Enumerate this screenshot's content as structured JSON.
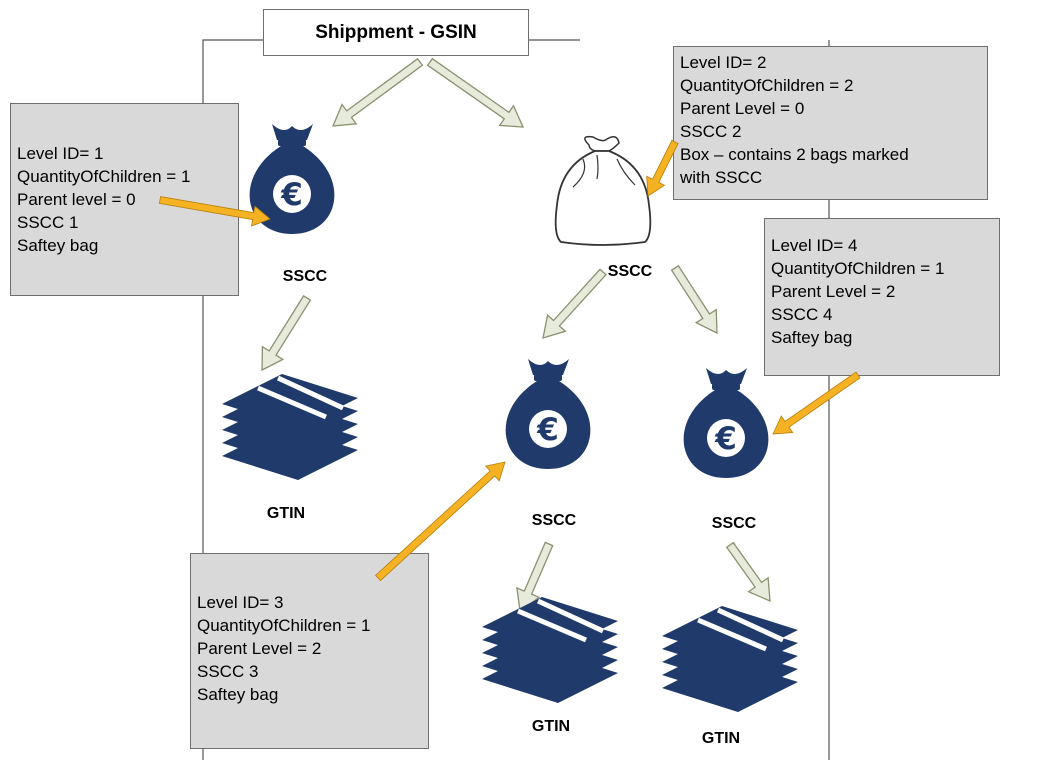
{
  "title": "Shippment - GSIN",
  "colors": {
    "bag_fill": "#1f3a6b",
    "stack_fill": "#1f3a6b",
    "box_fill": "#d9d9d9",
    "grey_arrow_fill": "#e6ebdc",
    "grey_arrow_stroke": "#8b9070",
    "yellow_arrow": "#f5b324"
  },
  "nodes": {
    "bag_left_label": "SSCC",
    "sack_label": "SSCC",
    "bag_mid_label": "SSCC",
    "bag_right_label": "SSCC",
    "stack_left_label": "GTIN",
    "stack_mid_label": "GTIN",
    "stack_right_label": "GTIN"
  },
  "bag_symbol": "€",
  "info_boxes": {
    "level1": [
      "Level ID= 1",
      "QuantityOfChildren = 1",
      "Parent level = 0",
      "SSCC 1",
      "Saftey bag"
    ],
    "level2": [
      "Level ID= 2",
      "QuantityOfChildren = 2",
      "Parent Level = 0",
      "SSCC 2",
      "Box – contains 2 bags marked",
      "with SSCC"
    ],
    "level3": [
      "Level ID= 3",
      "QuantityOfChildren = 1",
      "Parent Level = 2",
      "SSCC 3",
      "Saftey bag"
    ],
    "level4": [
      "Level ID= 4",
      "QuantityOfChildren = 1",
      "Parent Level = 2",
      "SSCC 4",
      "Saftey bag"
    ]
  }
}
